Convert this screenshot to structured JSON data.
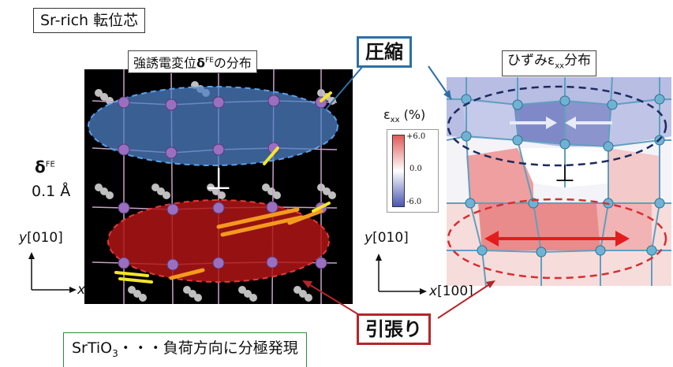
{
  "title_box": "Sr-rich 転位芯",
  "left_panel": {
    "title_prefix": "強誘電変位",
    "title_symbol": "δ",
    "title_sup": "FE",
    "title_suffix": "の分布",
    "scale_symbol": "δ",
    "scale_sup": "FE",
    "scale_value": "0.1 Å",
    "y_axis": "y",
    "y_axis_dir": "[010]",
    "x_axis": "x"
  },
  "right_panel": {
    "title_prefix": "ひずみ",
    "title_symbol": "ε",
    "title_sub": "xx",
    "title_suffix": "分布",
    "y_axis": "y",
    "y_axis_dir": "[010]",
    "x_axis": "x",
    "x_axis_dir": "[100]"
  },
  "colorbar": {
    "label_symbol": "ε",
    "label_sub": "xx",
    "label_unit": " (%)",
    "tick_max": "+6.0",
    "tick_mid": "0.0",
    "tick_min": "-6.0",
    "colors": {
      "positive": "#e05a5a",
      "zero": "#ffffff",
      "negative": "#4a56b0"
    }
  },
  "callouts": {
    "compression": "圧縮",
    "tension": "引張り",
    "compression_color": "#2e6fa6",
    "tension_color": "#b3262a"
  },
  "footer_note": {
    "prefix": "SrTiO",
    "sub": "3",
    "suffix": "・・・負荷方向に分極発現"
  },
  "dislocation_symbol": "⊥"
}
